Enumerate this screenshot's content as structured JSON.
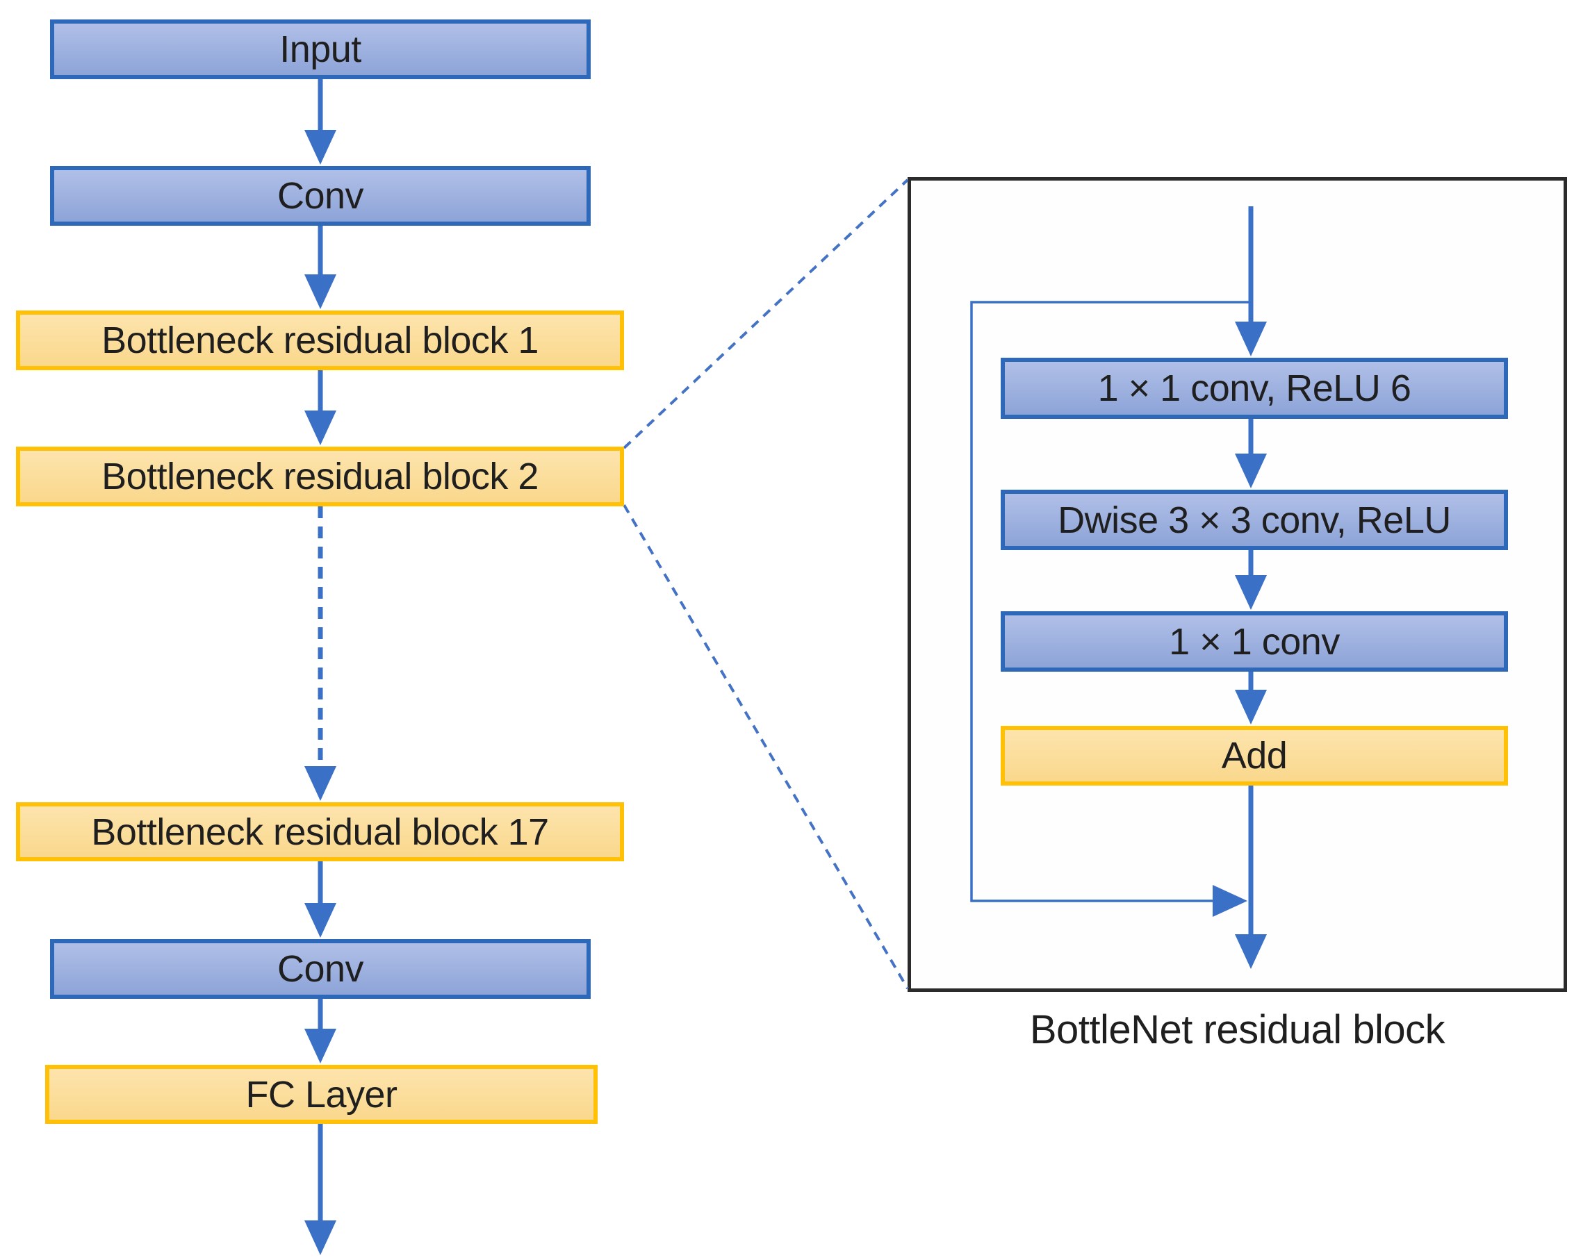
{
  "colors": {
    "blue_fill_top": "#b0bfe7",
    "blue_fill_bottom": "#8da4d8",
    "blue_border": "#2e68b8",
    "orange_fill_top": "#fde4ad",
    "orange_fill_bottom": "#fad88c",
    "orange_border": "#ffc005",
    "arrow": "#3a70c6",
    "callout_dash": "#4472c4",
    "detail_border": "#2b2b2b",
    "text": "#1f1f1f"
  },
  "flow": {
    "nodes": [
      {
        "label": "Input",
        "type": "blue"
      },
      {
        "label": "Conv",
        "type": "blue"
      },
      {
        "label": "Bottleneck residual block 1",
        "type": "orange"
      },
      {
        "label": "Bottleneck residual block 2",
        "type": "orange"
      },
      {
        "label": "Bottleneck residual block 17",
        "type": "orange"
      },
      {
        "label": "Conv",
        "type": "blue"
      },
      {
        "label": "FC Layer",
        "type": "orange"
      }
    ]
  },
  "detail": {
    "nodes": [
      {
        "label": "1 × 1 conv, ReLU 6",
        "type": "blue"
      },
      {
        "label": "Dwise 3 × 3 conv, ReLU",
        "type": "blue"
      },
      {
        "label": "1 × 1 conv",
        "type": "blue"
      },
      {
        "label": "Add",
        "type": "orange"
      }
    ],
    "caption": "BottleNet residual block"
  }
}
